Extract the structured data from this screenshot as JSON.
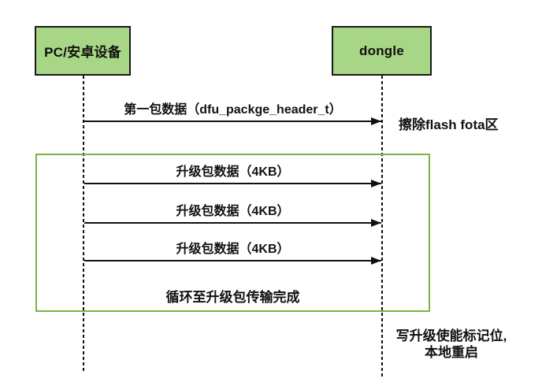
{
  "diagram": {
    "type": "sequence",
    "actors": [
      {
        "id": "pc",
        "label": "PC/安卓设备"
      },
      {
        "id": "dongle",
        "label": "dongle"
      }
    ],
    "messages": [
      {
        "from": "pc",
        "to": "dongle",
        "label": "第一包数据（dfu_packge_header_t）"
      },
      {
        "from": "pc",
        "to": "dongle",
        "label": "升级包数据（4KB）"
      },
      {
        "from": "pc",
        "to": "dongle",
        "label": "升级包数据（4KB）"
      },
      {
        "from": "pc",
        "to": "dongle",
        "label": "升级包数据（4KB）"
      }
    ],
    "loop": {
      "caption": "循环至升级包传输完成"
    },
    "notes": [
      {
        "at": "dongle",
        "text": "擦除flash fota区"
      },
      {
        "at": "dongle",
        "line1": "写升级使能标记位,",
        "line2": "本地重启"
      }
    ],
    "colors": {
      "actor_fill": "#A6D686",
      "actor_border": "#1A1A1A",
      "loop_border": "#7CB342",
      "line": "#111111",
      "background": "#FFFFFF"
    }
  }
}
